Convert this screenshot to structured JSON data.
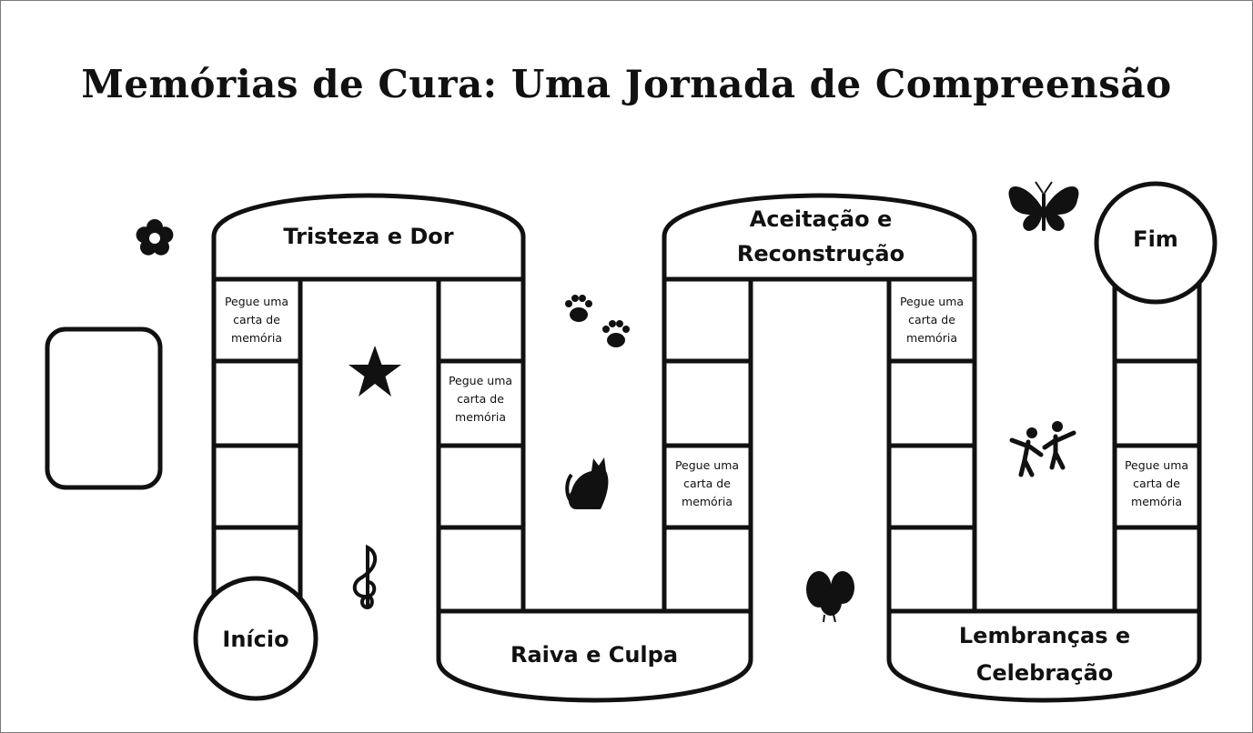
{
  "title": "Memórias de Cura: Uma Jornada de Compreensão",
  "start_label": "Início",
  "end_label": "Fim",
  "stages": {
    "stage1": "Tristeza e Dor",
    "stage2": "Raiva e Culpa",
    "stage3": [
      "Aceitação e",
      "Reconstrução"
    ],
    "stage4": [
      "Lembranças e",
      "Celebração"
    ]
  },
  "card_square_text": [
    "Pegue uma",
    "carta de",
    "memória"
  ],
  "card_deck_label": "",
  "decorations": [
    "flower-icon",
    "star-icon",
    "music-note-icon",
    "paw-prints-icon",
    "cat-icon",
    "balloons-icon",
    "butterfly-icon",
    "dancing-people-icon"
  ],
  "colors": {
    "ink": "#111111",
    "background": "#ffffff",
    "frame": "#7a7a7a"
  }
}
